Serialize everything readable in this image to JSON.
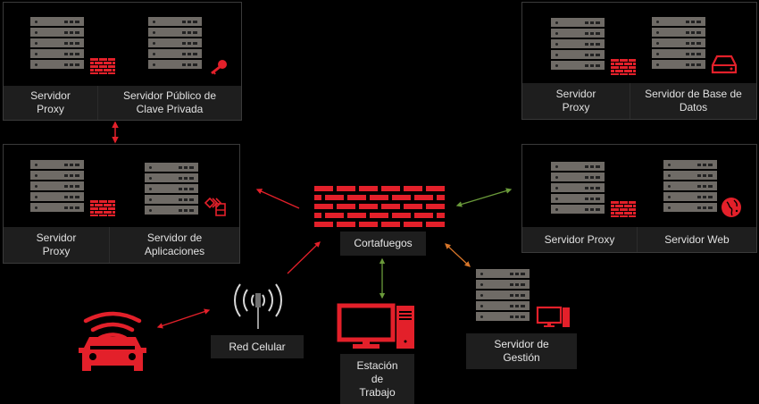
{
  "diagram": {
    "colors": {
      "accent_red": "#e3202a",
      "green_link": "#6a9a3a",
      "orange_link": "#d8762a",
      "panel_border": "#3a3a3a",
      "label_bg": "#1e1e1e",
      "server_gray": "#6f6b66"
    },
    "panels": {
      "top_left": {
        "left": "Servidor\nProxy",
        "right": "Servidor Público de\nClave Privada",
        "left_icon": "firewall-icon",
        "right_icon": "key-icon"
      },
      "mid_left": {
        "left": "Servidor\nProxy",
        "right": "Servidor de\nAplicaciones",
        "left_icon": "firewall-icon",
        "right_icon": "applications-icon"
      },
      "top_right": {
        "left": "Servidor\nProxy",
        "right": "Servidor de Base de\nDatos",
        "left_icon": "firewall-icon",
        "right_icon": "hard-drive-icon"
      },
      "mid_right": {
        "left": "Servidor Proxy",
        "right": "Servidor Web",
        "left_icon": "firewall-icon",
        "right_icon": "globe-icon"
      }
    },
    "nodes": {
      "firewall": "Cortafuegos",
      "cellular": "Red Celular",
      "workstation": "Estación\nde\nTrabajo",
      "management": "Servidor de\nGestión",
      "vehicle": "connected-car"
    },
    "links": [
      {
        "from": "top_left",
        "to": "mid_left",
        "color": "red",
        "bidirectional": true
      },
      {
        "from": "firewall",
        "to": "mid_left",
        "color": "red",
        "bidirectional": false
      },
      {
        "from": "cellular",
        "to": "firewall",
        "color": "red",
        "bidirectional": false
      },
      {
        "from": "vehicle",
        "to": "cellular",
        "color": "red",
        "bidirectional": true
      },
      {
        "from": "firewall",
        "to": "mid_right",
        "color": "green",
        "bidirectional": true
      },
      {
        "from": "firewall",
        "to": "workstation",
        "color": "green",
        "bidirectional": true
      },
      {
        "from": "firewall",
        "to": "management",
        "color": "orange",
        "bidirectional": true
      }
    ]
  }
}
